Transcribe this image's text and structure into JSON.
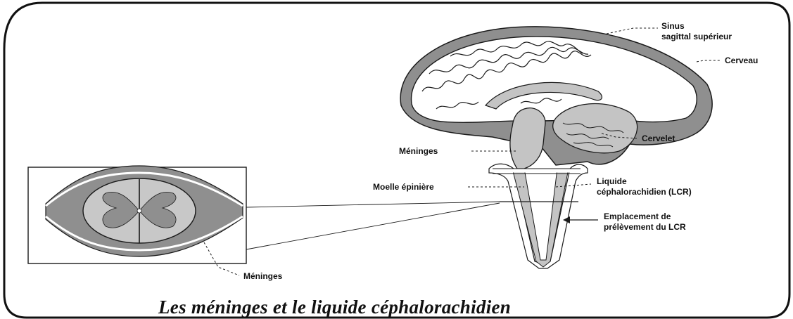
{
  "diagram": {
    "caption": "Les méninges et le liquide céphalorachidien",
    "labels": {
      "sinus_line1": "Sinus",
      "sinus_line2": "sagittal supérieur",
      "cerveau": "Cerveau",
      "cervelet": "Cervelet",
      "meninges_spine": "Méninges",
      "liquide_line1": "Liquide",
      "liquide_line2": "céphalorachidien (LCR)",
      "moelle": "Moelle épinière",
      "emplacement_line1": "Emplacement de",
      "emplacement_line2": "prélèvement du LCR",
      "meninges_section": "Méninges"
    },
    "colors": {
      "stroke": "#1a1a1a",
      "meninges_fill": "#9a9a9a",
      "tissue_fill": "#c4c4c4",
      "background": "#ffffff"
    }
  }
}
